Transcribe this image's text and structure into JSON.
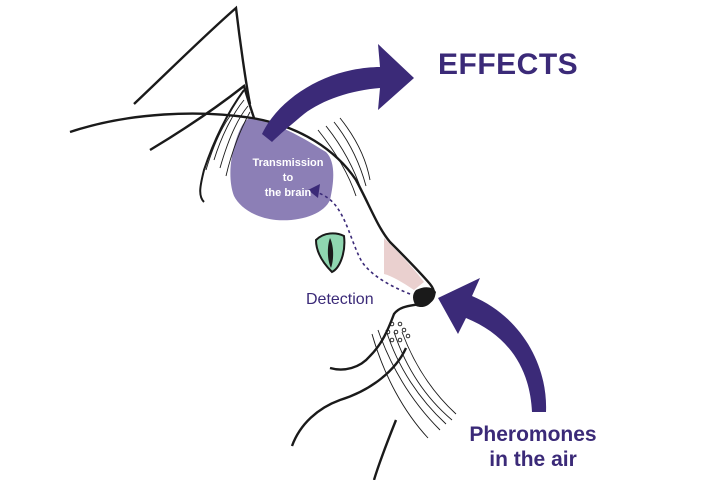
{
  "colors": {
    "accent": "#3b2a78",
    "brain_region": "#8c7fb6",
    "brain_text": "#ffffff",
    "outline": "#1a1a1a",
    "nose_pink": "#ead0cf",
    "eye_green": "#8fd6b0"
  },
  "labels": {
    "effects": "EFFECTS",
    "brain_line1": "Transmission",
    "brain_line2": "to",
    "brain_line3": "the brain",
    "detection": "Detection",
    "pheromones_line1": "Pheromones",
    "pheromones_line2": "in the air"
  },
  "icons": {
    "effects_arrow": "curved-arrow-right-icon",
    "pheromones_arrow": "curved-arrow-up-left-icon"
  }
}
